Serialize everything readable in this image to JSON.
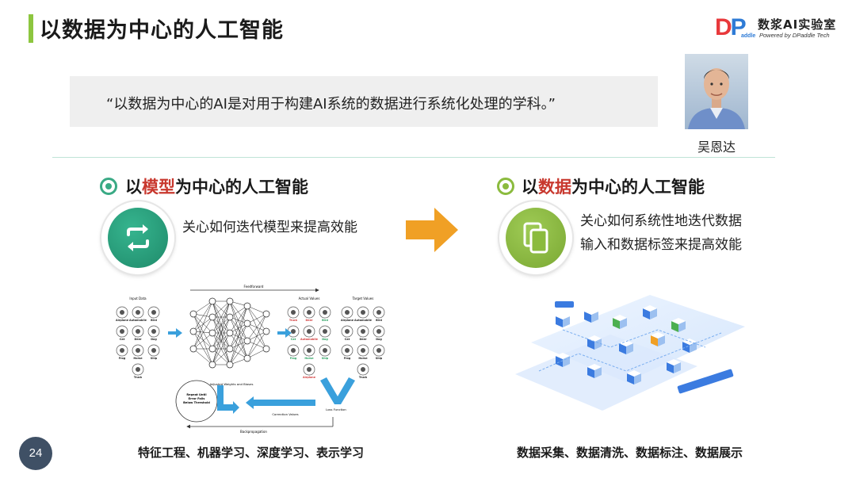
{
  "header": {
    "title": "以数据为中心的人工智能",
    "logo": {
      "dp_d": "D",
      "dp_p": "P",
      "dp_addle": "addle",
      "name": "数浆AI实验室",
      "tagline": "Powered by DPaddle Tech"
    }
  },
  "quote": {
    "text": "“以数据为中心的AI是对用于构建AI系统的数据进行系统化处理的学科。”",
    "author": "吴恩达"
  },
  "left": {
    "heading_prefix": "以",
    "heading_highlight": "模型",
    "heading_suffix": "为中心的人工智能",
    "description": "关心如何迭代模型来提高效能",
    "caption": "特征工程、机器学习、深度学习、表示学习",
    "diagram": {
      "feedforward": "Feedforward",
      "backpropagation": "Backpropagation",
      "input_data": "Input Data",
      "actual_values": "Actual Values",
      "target_values": "Target Values",
      "adjusted": "Adjusted Weights and Biases",
      "correction": "Correction Values",
      "loss": "Loss Function",
      "repeat_line1": "Repeat Until",
      "repeat_line2": "Error Falls",
      "repeat_line3": "Below Threshold",
      "input_labels": [
        "Airplane",
        "Automobile",
        "Bird",
        "Cat",
        "Deer",
        "Dog",
        "Frog",
        "Horse",
        "Ship",
        "Truck"
      ],
      "actual_labels": [
        "Truck",
        "Deer",
        "Bird",
        "Cat",
        "Automobile",
        "Dog",
        "Frog",
        "Horse",
        "Ship",
        "Airplane"
      ],
      "target_labels": [
        "Airplane",
        "Automobile",
        "Bird",
        "Cat",
        "Deer",
        "Dog",
        "Frog",
        "Horse",
        "Ship",
        "Truck"
      ]
    }
  },
  "right": {
    "heading_prefix": "以",
    "heading_highlight": "数据",
    "heading_suffix": "为中心的人工智能",
    "description_line1": "关心如何系统性地迭代数据",
    "description_line2": "输入和数据标签来提高效能",
    "caption": "数据采集、数据清洗、数据标注、数据展示"
  },
  "page_number": "24",
  "colors": {
    "title_accent": "#8dc63f",
    "highlight": "#c8382e",
    "model_circle": "#2a9d7c",
    "data_circle": "#8bbb3e",
    "arrow": "#f0a025",
    "page_badge": "#3f5065",
    "quote_bg": "#efefef"
  },
  "icons": [
    "refresh-icon",
    "copy-icon",
    "arrow-right-icon"
  ]
}
